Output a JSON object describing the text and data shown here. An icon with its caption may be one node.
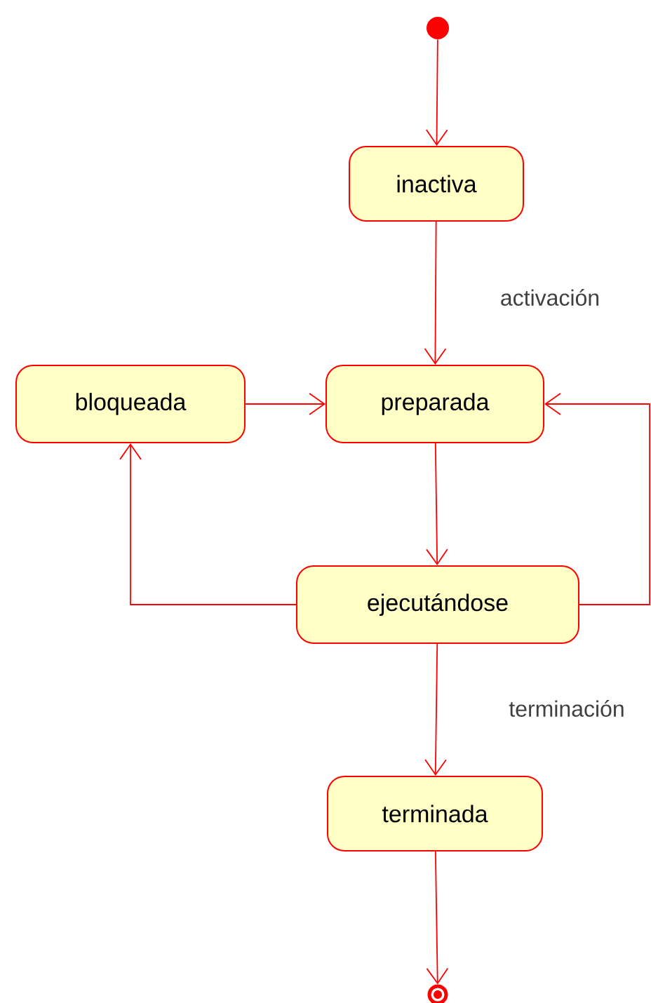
{
  "diagram": {
    "nodes": [
      {
        "text": [],
        "shape": "circle"
      },
      {
        "text": [
          "inactiva"
        ]
      },
      {
        "text": [
          "bloqueada"
        ]
      },
      {
        "text": [
          "preparada"
        ]
      },
      {
        "text": [
          "ejecutándose"
        ]
      },
      {
        "text": [
          "terminada"
        ]
      },
      {
        "text": [],
        "shape": "bullseye"
      }
    ],
    "edges": [
      {
        "from": 0,
        "to": 1,
        "arrow": "to"
      },
      {
        "from": 1,
        "to": 3,
        "arrow": "to",
        "label": "activación"
      },
      {
        "from": 2,
        "to": 3,
        "arrow": "to"
      },
      {
        "from": 3,
        "to": 4,
        "arrow": "to"
      },
      {
        "from": 4,
        "to": 2,
        "arrow": "to"
      },
      {
        "from": 4,
        "to": 3,
        "arrow": "to"
      },
      {
        "from": 4,
        "to": 5,
        "arrow": "to",
        "label": "terminación"
      },
      {
        "from": 5,
        "to": 6,
        "arrow": "to"
      }
    ]
  }
}
